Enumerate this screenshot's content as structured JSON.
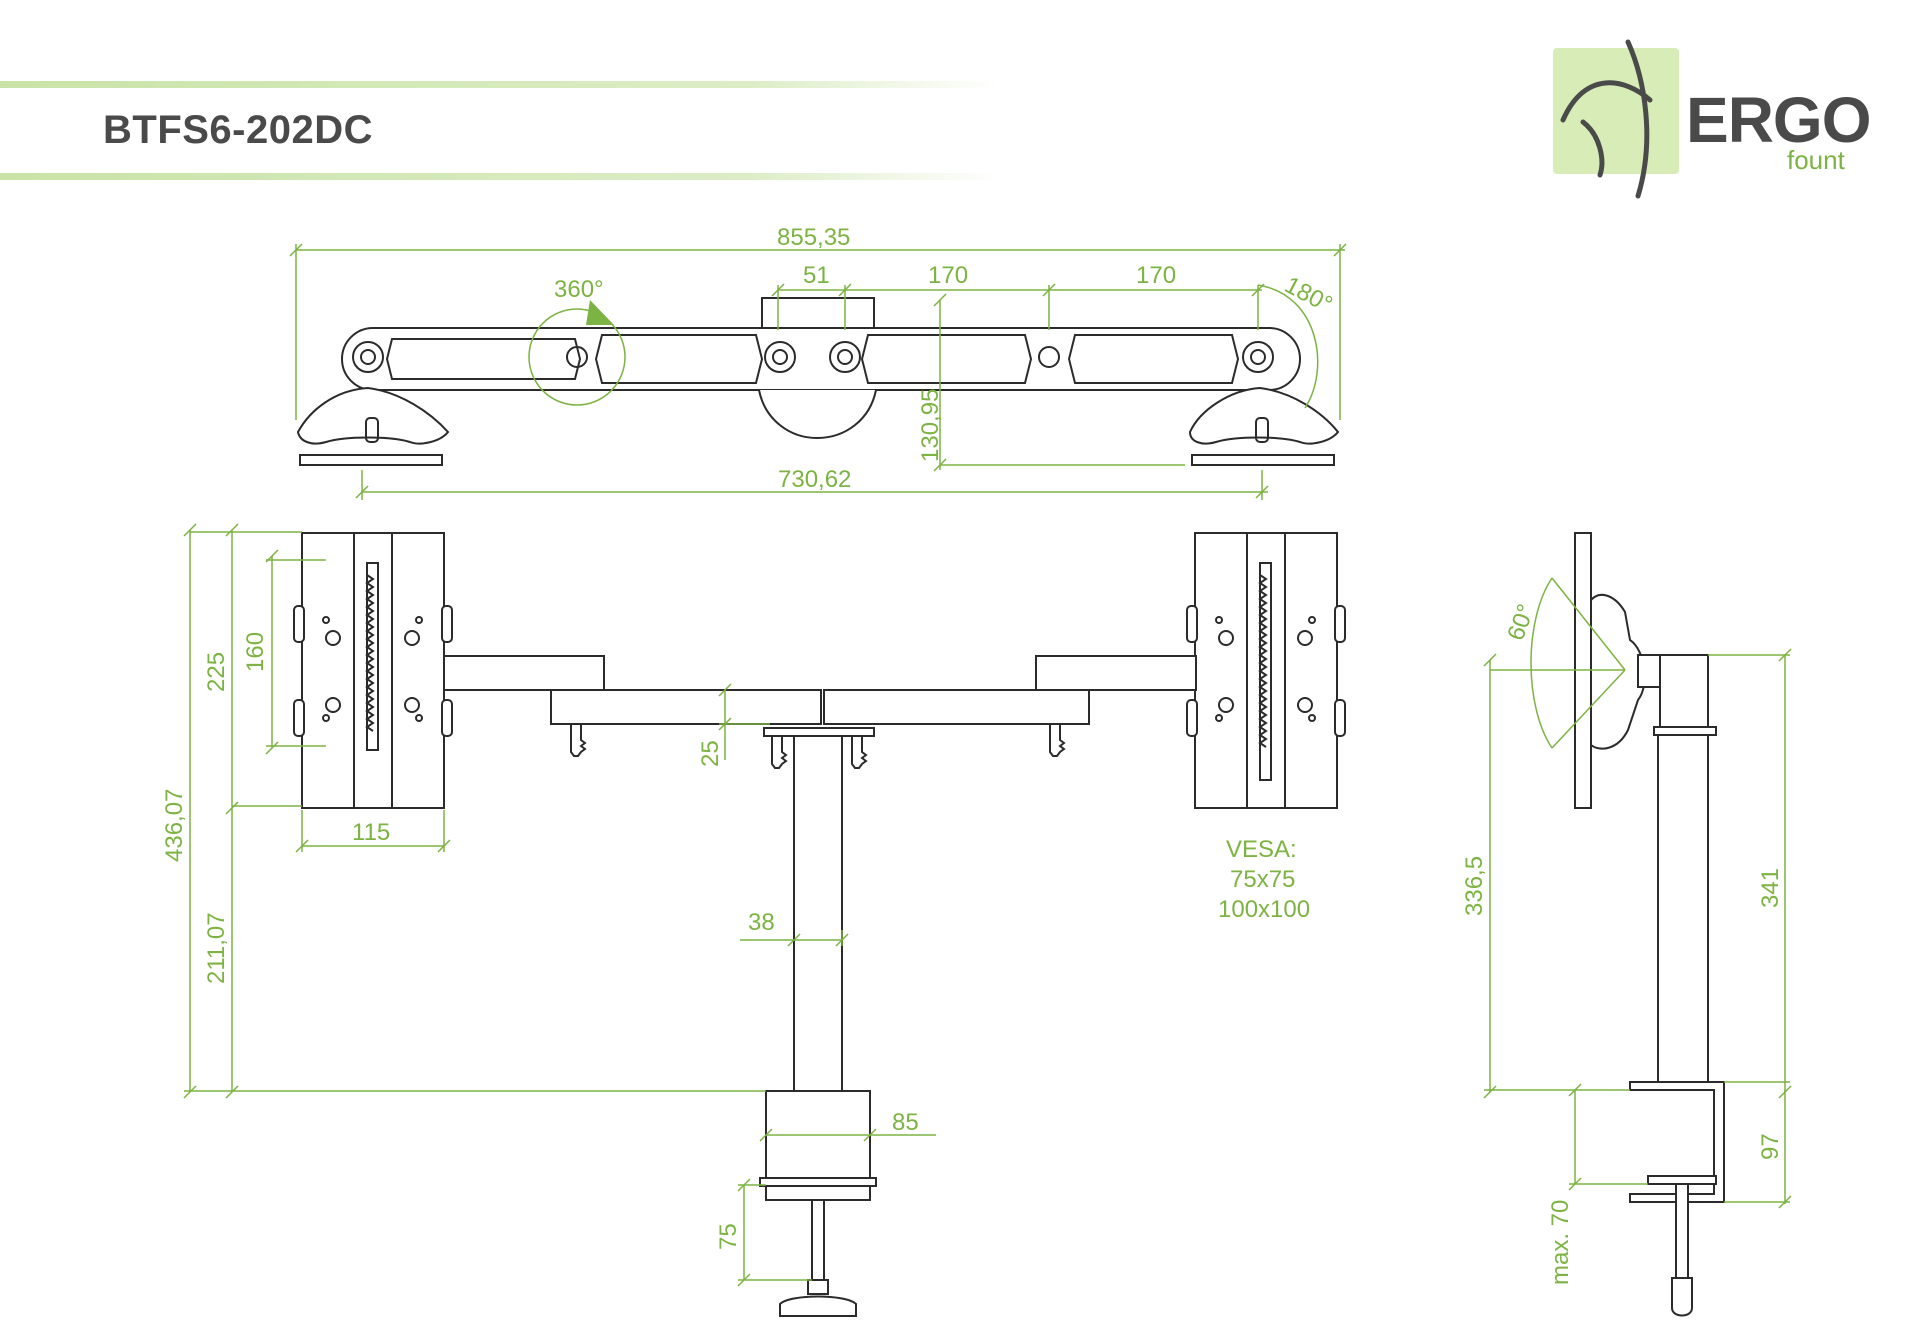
{
  "header": {
    "model": "BTFS6-202DC"
  },
  "logo": {
    "brand": "ERGO",
    "sub": "fount",
    "icon": "ergo-leaf-logo"
  },
  "colors": {
    "accent": "#7cb342",
    "logo_bg": "#d7ecb7",
    "line": "#2b2b2b",
    "text": "#4a4a4a"
  },
  "top_view": {
    "overall_width": "855,35",
    "rotation": "360°",
    "tilt": "180°",
    "seg_51": "51",
    "seg_170_a": "170",
    "seg_170_b": "170",
    "height": "130,95",
    "clamp_span": "730,62"
  },
  "front_view": {
    "total_height": "436,07",
    "upper_height": "225",
    "vesa_span": "160",
    "plate_width": "115",
    "lower_height": "211,07",
    "arm_offset": "25",
    "pole_diameter": "38",
    "clamp_width": "85",
    "desk_thickness": "75",
    "vesa_label": "VESA:",
    "vesa_1": "75x75",
    "vesa_2": "100x100"
  },
  "side_view": {
    "tilt": "60°",
    "left_height": "336,5",
    "right_height": "341",
    "clamp_height": "97",
    "max_desk": "max. 70"
  }
}
